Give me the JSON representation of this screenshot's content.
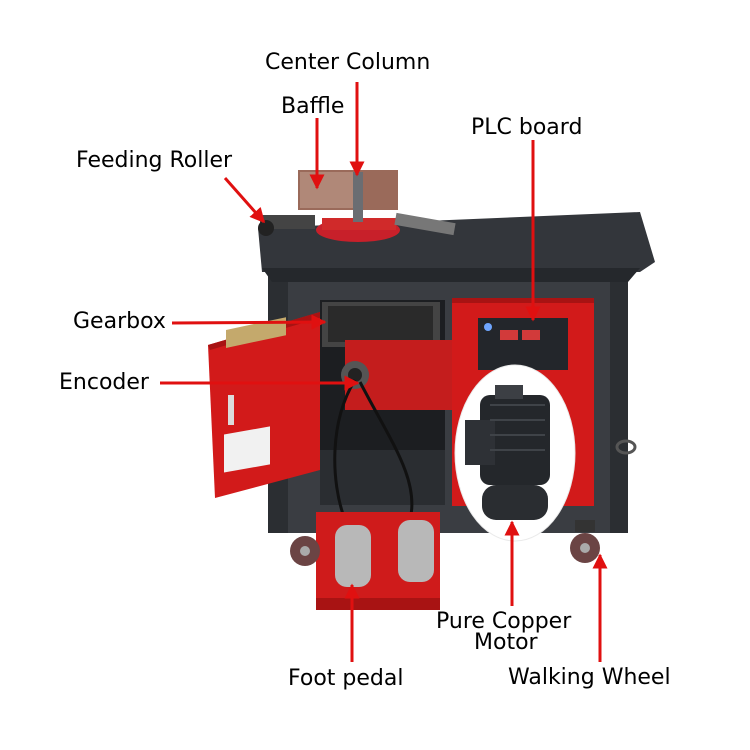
{
  "labels": {
    "center_column": "Center Column",
    "baffle": "Baffle",
    "plc_board": "PLC board",
    "feeding_roller": "Feeding Roller",
    "gearbox": "Gearbox",
    "encoder": "Encoder",
    "motor_line1": "Pure Copper",
    "motor_line2": "Motor",
    "foot_pedal": "Foot pedal",
    "walking_wheel": "Walking Wheel"
  },
  "colors": {
    "arrow": "#e01010",
    "machine_body": "#3a3d42",
    "panel_red": "#d21a1a"
  }
}
